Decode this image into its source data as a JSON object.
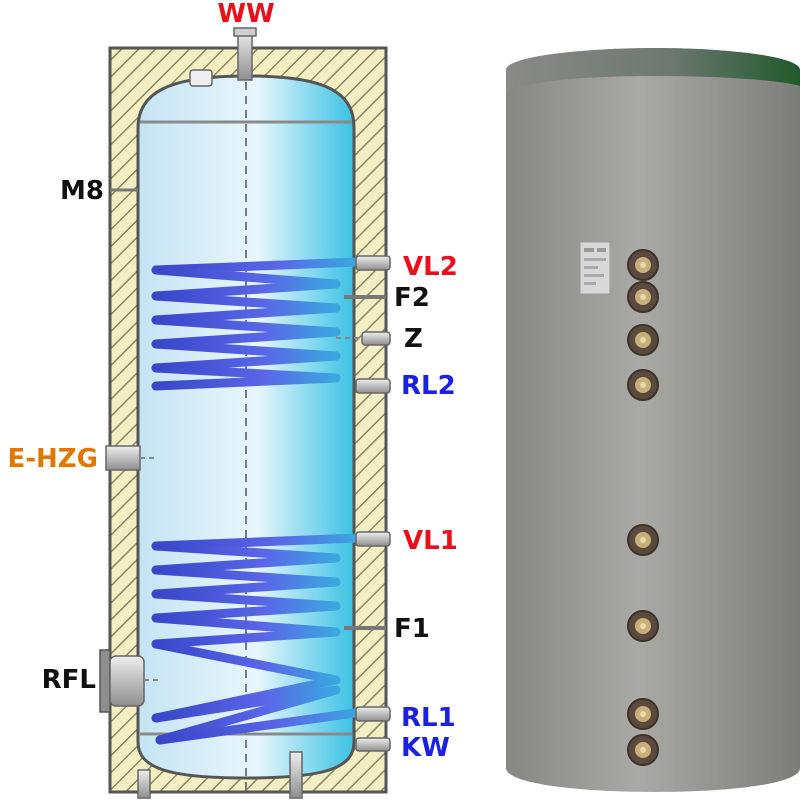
{
  "labels": {
    "ww": "WW",
    "m8": "M8",
    "vl2": "VL2",
    "f2": "F2",
    "z": "Z",
    "rl2": "RL2",
    "e_hzg": "E-HZG",
    "vl1": "VL1",
    "f1": "F1",
    "rfl": "RFL",
    "rl1": "RL1",
    "kw": "KW"
  },
  "colors": {
    "flow": "#e8101c",
    "return": "#1a22e0",
    "electric": "#e07800",
    "text": "#111111",
    "coil": "#3a4fd8",
    "jacket": "#9a9a97",
    "jacket_top": "#2f6a3a",
    "port": "#c8b07a"
  },
  "icons": [
    "storage-tank-cutaway",
    "storage-tank-exterior"
  ]
}
